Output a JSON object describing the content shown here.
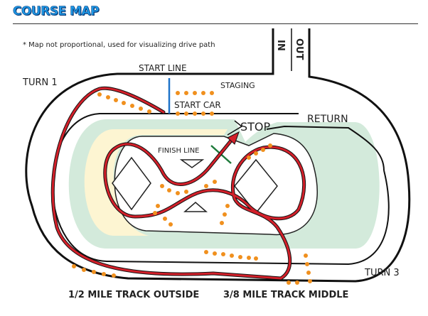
{
  "header": {
    "title": "COURSE MAP"
  },
  "note": "* Map not proportional, used for visualizing drive path",
  "labels": {
    "start_line": "START LINE",
    "turn1": "TURN 1",
    "staging": "STAGING",
    "start_car": "START CAR",
    "stop": "STOP",
    "return": "RETURN",
    "finish_line": "FINISH LINE",
    "in": "IN",
    "out": "OUT",
    "turn3": "TURN 3"
  },
  "footer": {
    "outside": "1/2 MILE TRACK OUTSIDE",
    "middle": "3/8 MILE TRACK MIDDLE"
  },
  "colors": {
    "title": "#1e98e6",
    "infield": "#d3eadb",
    "yellow": "#fdf5d2",
    "drive_path": "#d3202a",
    "cones": "#f0901e",
    "start_line": "#1f73c9",
    "finish_line": "#1d7a3a"
  }
}
